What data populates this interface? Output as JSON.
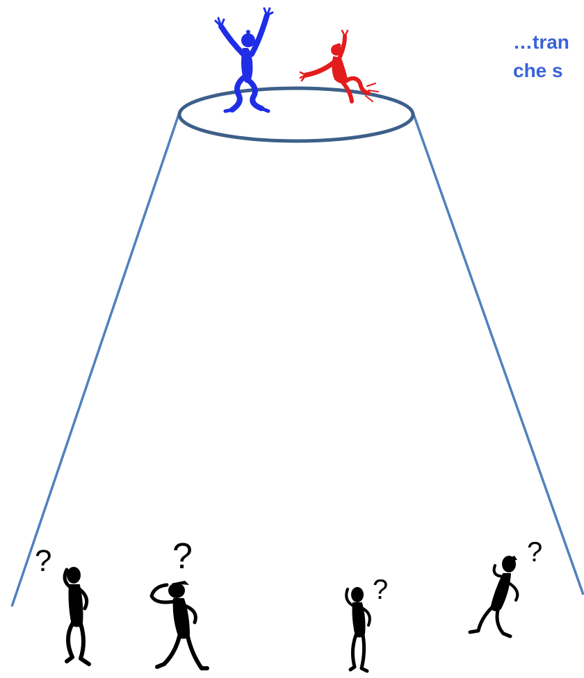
{
  "caption": {
    "line1": "…tran",
    "line2": "che s",
    "color": "#3a63d8"
  },
  "question_marks": [
    "?",
    "?",
    "?",
    "?"
  ],
  "colors": {
    "cone_stroke": "#4f81bd",
    "ellipse_stroke": "#3d5f8a",
    "winner": "#1f2ee6",
    "runner_up": "#e31c1c",
    "crowd": "#000000"
  },
  "figures": {
    "winner": "blue-jumping-figure",
    "runner_up": "red-falling-figure",
    "crowd": "black-puzzled-figure"
  }
}
